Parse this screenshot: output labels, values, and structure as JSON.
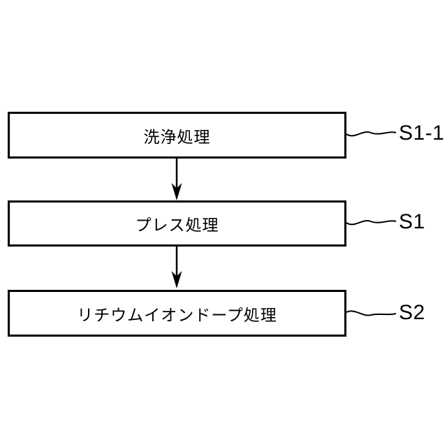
{
  "figure": {
    "type": "flowchart",
    "background_color": "#ffffff",
    "line_color": "#000000",
    "box_fill_color": "#ffffff",
    "steps": [
      {
        "label": "洗浄処理",
        "ref": "S1-1"
      },
      {
        "label": "プレス処理",
        "ref": "S1"
      },
      {
        "label": "リチウムイオンドープ処理",
        "ref": "S2"
      }
    ]
  }
}
